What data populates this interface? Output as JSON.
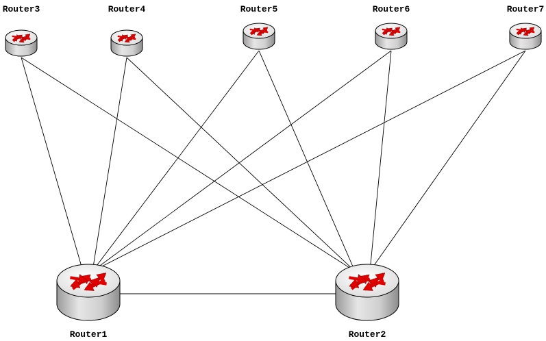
{
  "routers": [
    {
      "id": "r3",
      "label": "Router3"
    },
    {
      "id": "r4",
      "label": "Router4"
    },
    {
      "id": "r5",
      "label": "Router5"
    },
    {
      "id": "r6",
      "label": "Router6"
    },
    {
      "id": "r7",
      "label": "Router7"
    },
    {
      "id": "r1",
      "label": "Router1"
    },
    {
      "id": "r2",
      "label": "Router2"
    }
  ],
  "links": [
    [
      "r3",
      "r1"
    ],
    [
      "r3",
      "r2"
    ],
    [
      "r4",
      "r1"
    ],
    [
      "r4",
      "r2"
    ],
    [
      "r5",
      "r1"
    ],
    [
      "r5",
      "r2"
    ],
    [
      "r6",
      "r1"
    ],
    [
      "r6",
      "r2"
    ],
    [
      "r7",
      "r1"
    ],
    [
      "r7",
      "r2"
    ],
    [
      "r1",
      "r2"
    ]
  ],
  "colors": {
    "line": "#000000",
    "arrow": "#e00000",
    "router_top": "#f2f2f2",
    "router_side": "#bdbdbd"
  },
  "icon": "router-icon"
}
